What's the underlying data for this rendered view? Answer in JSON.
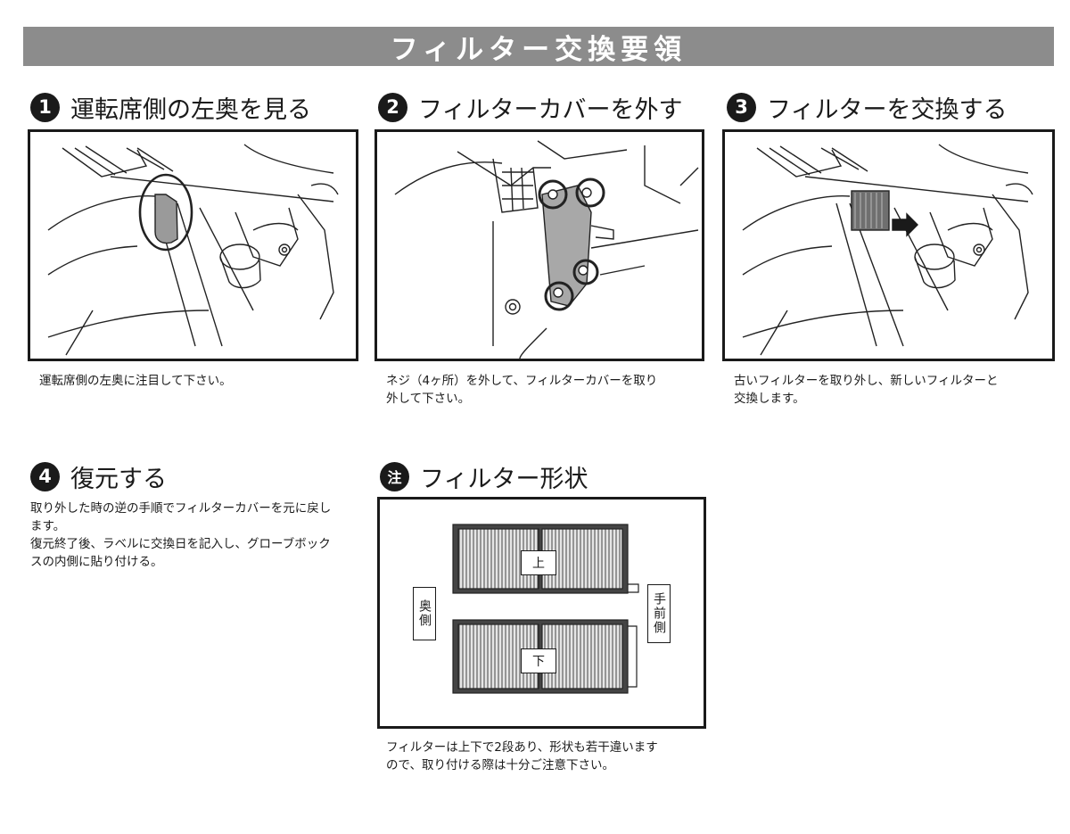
{
  "title": "フィルター交換要領",
  "steps": [
    {
      "badge": "1",
      "title": "運転席側の左奥を見る",
      "desc": "運転席側の左奥に注目して下さい。"
    },
    {
      "badge": "2",
      "title": "フィルターカバーを外す",
      "desc": "ネジ（4ヶ所）を外して、フィルターカバーを取り\n外して下さい。"
    },
    {
      "badge": "3",
      "title": "フィルターを交換する",
      "desc": "古いフィルターを取り外し、新しいフィルターと\n交換します。"
    },
    {
      "badge": "4",
      "title": "復元する",
      "desc": "取り外した時の逆の手順でフィルターカバーを元に戻し\nます。\n復元終了後、ラベルに交換日を記入し、グローブボック\nスの内側に貼り付ける。"
    }
  ],
  "note": {
    "badge": "注",
    "title": "フィルター形状",
    "desc": "フィルターは上下で2段あり、形状も若干違います\nので、取り付ける際は十分ご注意下さい。",
    "label_upper": "上",
    "label_lower": "下",
    "label_back": "奥側",
    "label_front": "手前側"
  }
}
